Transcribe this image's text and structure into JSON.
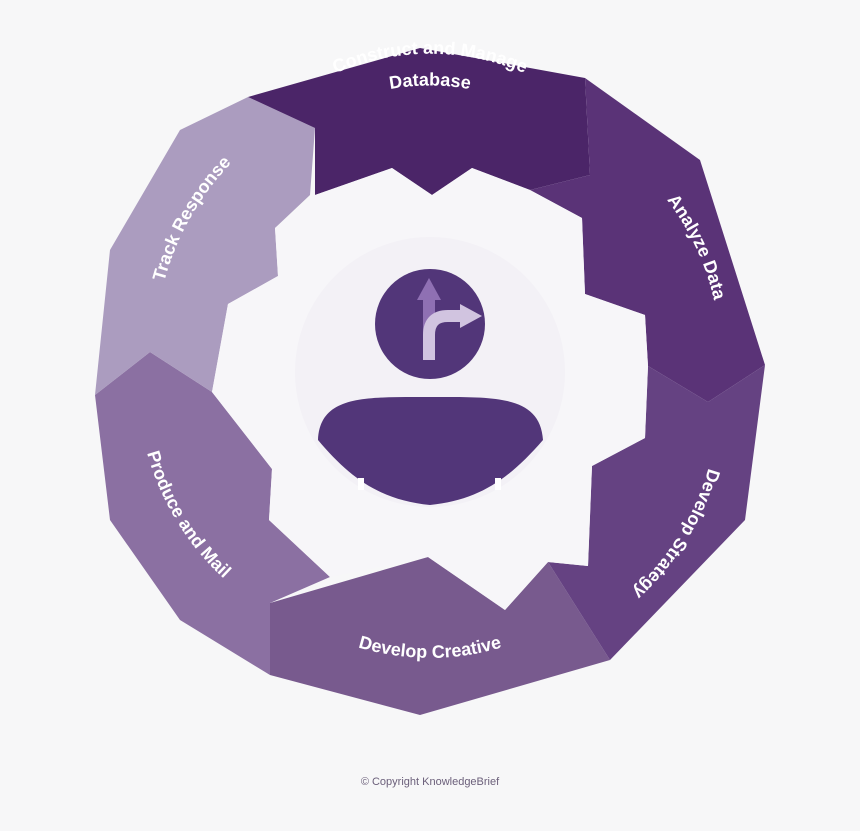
{
  "diagram": {
    "segments": [
      {
        "key": "construct",
        "lines": [
          "Construct and Manage",
          "Database"
        ],
        "color": "#4b2568"
      },
      {
        "key": "analyze",
        "lines": [
          "Analyze Data"
        ],
        "color": "#5a3377"
      },
      {
        "key": "strategy",
        "lines": [
          "Develop Strategy"
        ],
        "color": "#654282"
      },
      {
        "key": "creative",
        "lines": [
          "Develop Creative"
        ],
        "color": "#785a8e"
      },
      {
        "key": "produce",
        "lines": [
          "Produce and Mail"
        ],
        "color": "#8b70a2"
      },
      {
        "key": "track",
        "lines": [
          "Track Response"
        ],
        "color": "#ab9cbf"
      }
    ],
    "center_icon": "person-with-direction-arrow-icon",
    "colors": {
      "gear": "#f7f6f9",
      "inner_circle": "#f3f1f6",
      "person": "#523679",
      "arrow": "#b9a9cd"
    }
  },
  "footer": {
    "copyright": "© Copyright KnowledgeBrief"
  }
}
